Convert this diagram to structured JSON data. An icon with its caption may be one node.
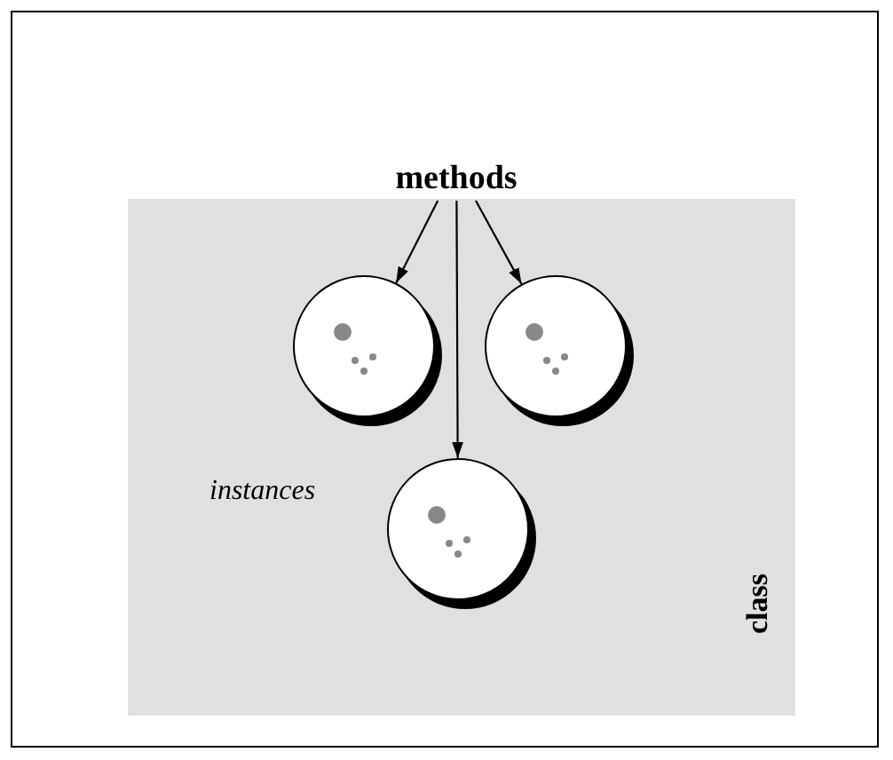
{
  "diagram": {
    "nodes": [
      {
        "text": [
          "methods"
        ]
      },
      {
        "text": [
          "class"
        ]
      },
      {
        "text": [],
        "shape": "circle",
        "in": 1
      },
      {
        "text": [],
        "shape": "circle",
        "in": 1
      },
      {
        "text": [],
        "shape": "circle",
        "in": 1
      }
    ],
    "edges": [
      {
        "from": 0,
        "to": 2,
        "arrow": "to"
      },
      {
        "from": 0,
        "to": 4,
        "arrow": "to"
      },
      {
        "from": 0,
        "to": 3,
        "arrow": "to"
      }
    ],
    "labels": [
      "instances"
    ]
  }
}
